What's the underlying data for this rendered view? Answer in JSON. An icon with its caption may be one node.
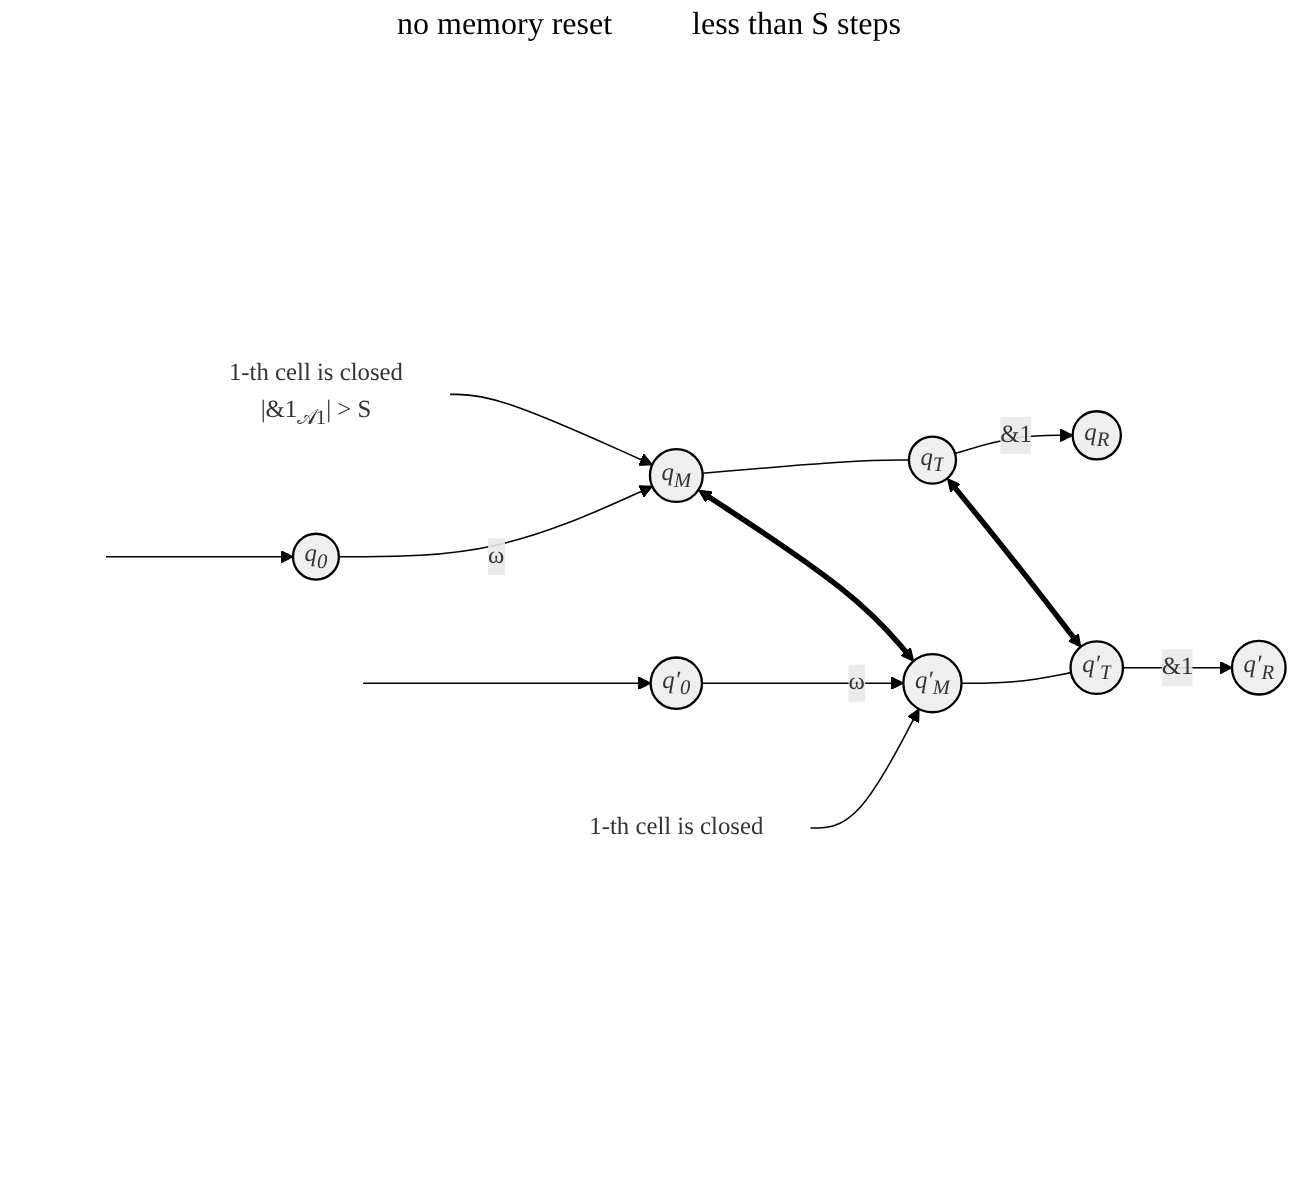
{
  "diagram": {
    "nodes": [
      {
        "text": [
          "1-th cell is closed",
          "|&1$_{𝒜1}$| > S"
        ]
      },
      {
        "text": [
          "q$_{0}$"
        ]
      },
      {
        "text": [
          "q$_{M}$"
        ]
      },
      {
        "text": [
          "q$_{T}$"
        ]
      },
      {
        "text": [
          "q$_{R}$"
        ]
      },
      {
        "text": [
          "q′$_{0}$"
        ]
      },
      {
        "text": [
          "q′$_{M}$"
        ]
      },
      {
        "text": [
          "q′$_{T}$"
        ]
      },
      {
        "text": [
          "q′$_{R}$"
        ]
      },
      {
        "text": [
          "1-th cell is closed"
        ]
      }
    ],
    "edges": [
      {
        "from": null,
        "to": 1,
        "arrow": "to"
      },
      {
        "from": 1,
        "to": 2,
        "arrow": "to",
        "label": "ω"
      },
      {
        "from": 2,
        "to": 3,
        "arrow": "none"
      },
      {
        "from": 3,
        "to": 4,
        "arrow": "to",
        "label": "&1"
      },
      {
        "from": 0,
        "to": 2,
        "arrow": "to"
      },
      {
        "from": null,
        "to": 5,
        "arrow": "to"
      },
      {
        "from": 5,
        "to": 6,
        "arrow": "to",
        "label": "ω"
      },
      {
        "from": 6,
        "to": 7,
        "arrow": "none"
      },
      {
        "from": 7,
        "to": 8,
        "arrow": "to",
        "label": "&1"
      },
      {
        "from": 9,
        "to": 6,
        "arrow": "to"
      },
      {
        "from": 2,
        "to": 6,
        "arrow": "both",
        "style": "thick"
      },
      {
        "from": 3,
        "to": 7,
        "arrow": "both",
        "style": "thick"
      }
    ],
    "labels": [
      "no memory reset",
      "less than S steps"
    ]
  }
}
